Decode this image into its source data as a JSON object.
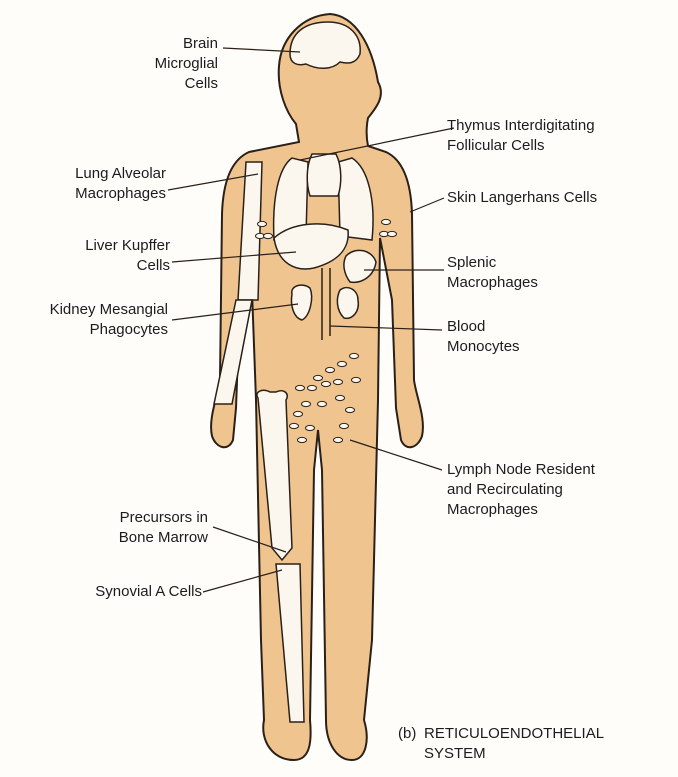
{
  "labels": {
    "brain": [
      "Brain",
      "Microglial",
      "Cells"
    ],
    "lung": [
      "Lung Alveolar",
      "Macrophages"
    ],
    "liver": [
      "Liver Kupffer",
      "Cells"
    ],
    "kidney": [
      "Kidney Mesangial",
      "Phagocytes"
    ],
    "precursors": [
      "Precursors in",
      "Bone Marrow"
    ],
    "synovial": [
      "Synovial A Cells"
    ],
    "thymus": [
      "Thymus Interdigitating",
      "Follicular Cells"
    ],
    "skin": [
      "Skin Langerhans Cells"
    ],
    "splenic": [
      "Splenic",
      "Macrophages"
    ],
    "blood": [
      "Blood",
      "Monocytes"
    ],
    "lymph": [
      "Lymph Node Resident",
      "and Recirculating",
      "Macrophages"
    ]
  },
  "caption": {
    "prefix": "(b)",
    "lines": [
      "RETICULOENDOTHELIAL",
      "SYSTEM"
    ]
  },
  "colors": {
    "body_fill": "#f0c48f",
    "organ_fill": "#fbf7ee",
    "outline": "#2a2018",
    "background": "#fefdf9"
  }
}
